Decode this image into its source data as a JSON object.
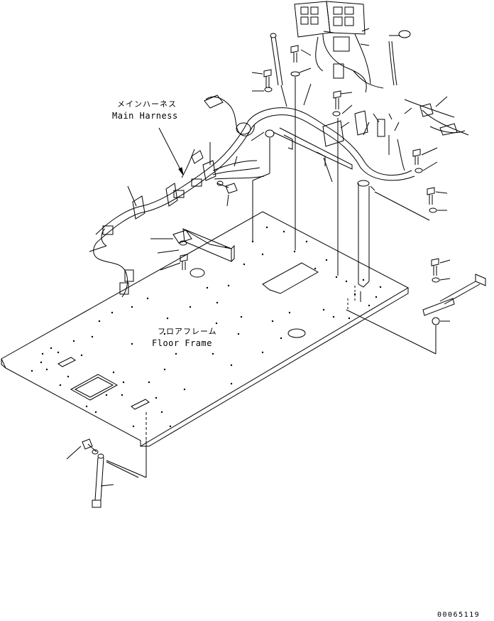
{
  "labels": {
    "main_harness_jp": "メインハーネス",
    "main_harness_en": "Main Harness",
    "floor_frame_jp": "フロアフレーム",
    "floor_frame_en": "Floor Frame",
    "drawing_number": "00065119"
  }
}
